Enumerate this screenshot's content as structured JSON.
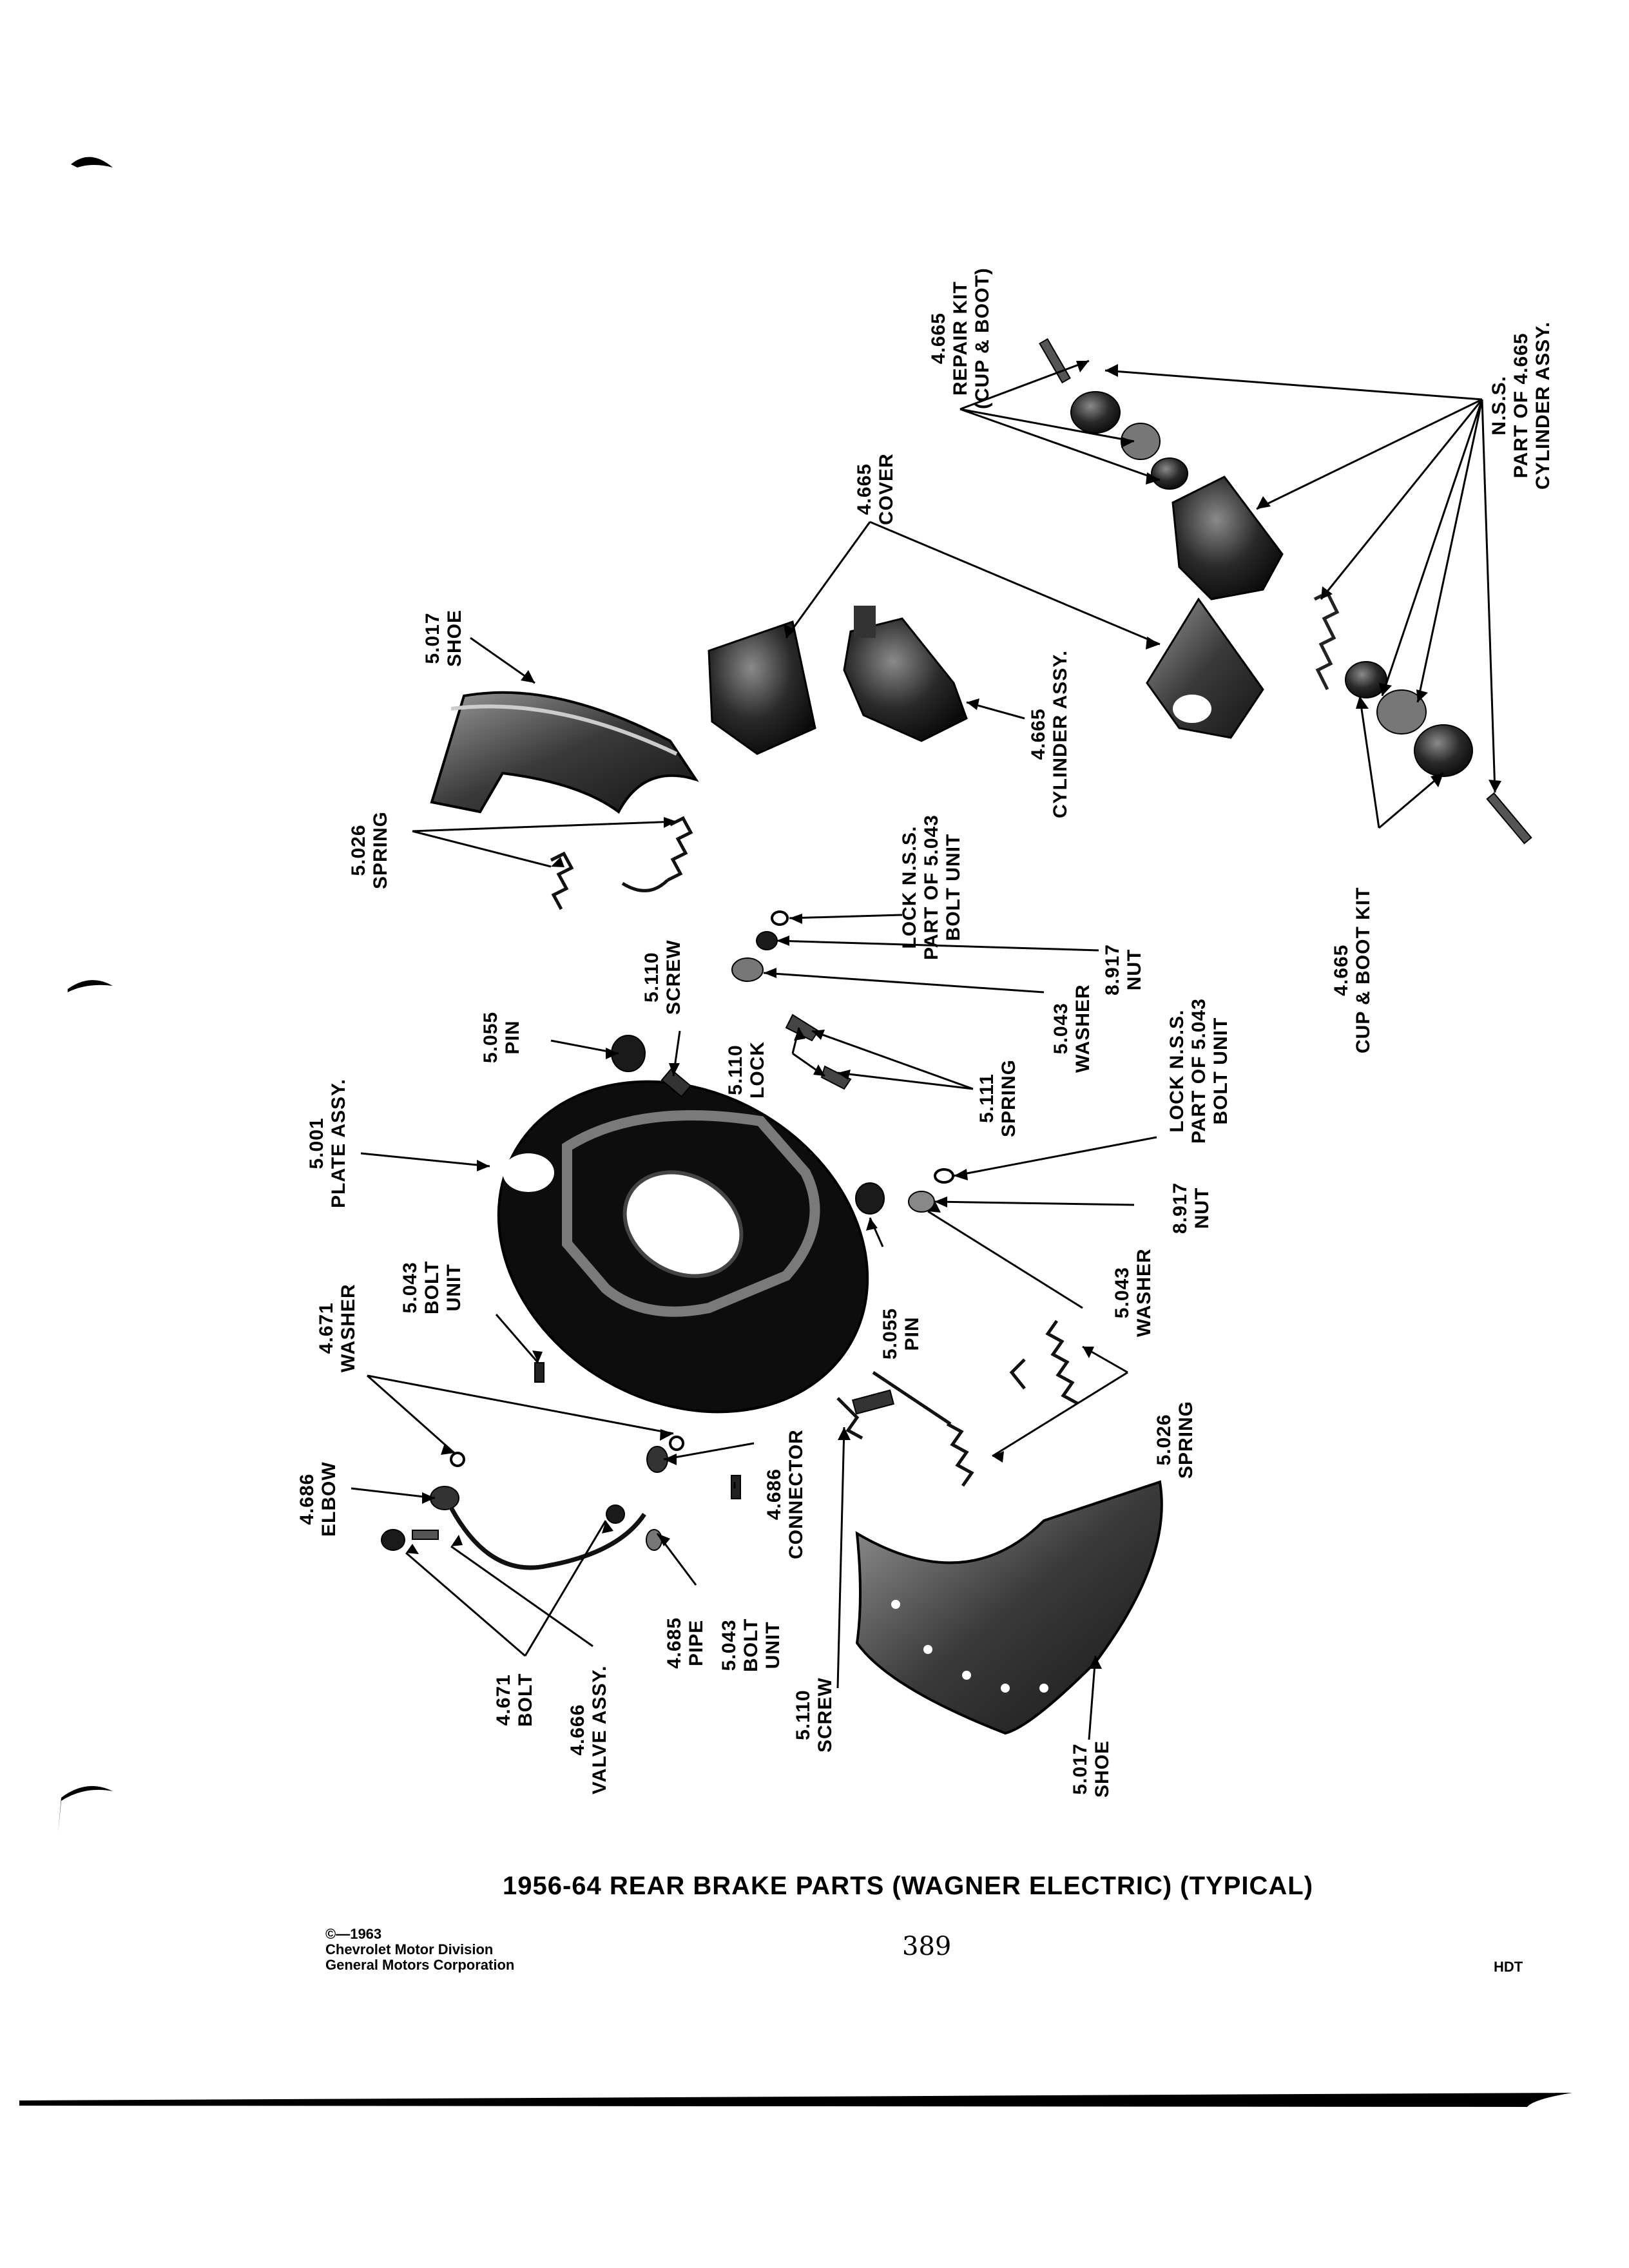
{
  "caption": "1956-64 REAR BRAKE PARTS (WAGNER ELECTRIC) (TYPICAL)",
  "page_number": "389",
  "copyright": {
    "line1": "©—1963",
    "line2": "Chevrolet Motor Division",
    "line3": "General Motors Corporation"
  },
  "code": "HDT",
  "callouts": {
    "shoe_top": {
      "num": "5.017",
      "name": "SHOE"
    },
    "cover": {
      "num": "4.665",
      "name": "COVER"
    },
    "repair_kit": {
      "num": "4.665",
      "name": "REPAIR KIT",
      "extra": "(CUP & BOOT)"
    },
    "nss_cylinder": {
      "num": "N.S.S.",
      "name": "PART OF 4.665",
      "extra": "CYLINDER ASSY."
    },
    "cylinder_assy": {
      "num": "4.665",
      "name": "CYLINDER ASSY."
    },
    "spring_top": {
      "num": "5.026",
      "name": "SPRING"
    },
    "lock_nss_1": {
      "num": "LOCK N.S.S.",
      "name": "PART OF 5.043",
      "extra": "BOLT UNIT"
    },
    "nut_1": {
      "num": "8.917",
      "name": "NUT"
    },
    "washer_1": {
      "num": "5.043",
      "name": "WASHER"
    },
    "cup_boot_kit": {
      "num": "4.665",
      "name": "CUP & BOOT KIT"
    },
    "screw_1": {
      "num": "5.110",
      "name": "SCREW"
    },
    "pin_1": {
      "num": "5.055",
      "name": "PIN"
    },
    "lock_1": {
      "num": "5.110",
      "name": "LOCK"
    },
    "spring_mid": {
      "num": "5.111",
      "name": "SPRING"
    },
    "lock_nss_2": {
      "num": "LOCK N.S.S.",
      "name": "PART OF 5.043",
      "extra": "BOLT UNIT"
    },
    "nut_2": {
      "num": "8.917",
      "name": "NUT"
    },
    "plate_assy": {
      "num": "5.001",
      "name": "PLATE ASSY."
    },
    "washer_2": {
      "num": "5.043",
      "name": "WASHER"
    },
    "pin_2": {
      "num": "5.055",
      "name": "PIN"
    },
    "bolt_unit_1": {
      "num": "5.043",
      "name": "BOLT",
      "extra": "UNIT"
    },
    "washer_4671": {
      "num": "4.671",
      "name": "WASHER"
    },
    "spring_bottom": {
      "num": "5.026",
      "name": "SPRING"
    },
    "elbow": {
      "num": "4.686",
      "name": "ELBOW"
    },
    "connector": {
      "num": "4.686",
      "name": "CONNECTOR"
    },
    "bolt_unit_2": {
      "num": "5.043",
      "name": "BOLT",
      "extra": "UNIT"
    },
    "pipe": {
      "num": "4.685",
      "name": "PIPE"
    },
    "bolt_4671": {
      "num": "4.671",
      "name": "BOLT"
    },
    "valve_assy": {
      "num": "4.666",
      "name": "VALVE ASSY."
    },
    "screw_2": {
      "num": "5.110",
      "name": "SCREW"
    },
    "shoe_bottom": {
      "num": "5.017",
      "name": "SHOE"
    }
  }
}
